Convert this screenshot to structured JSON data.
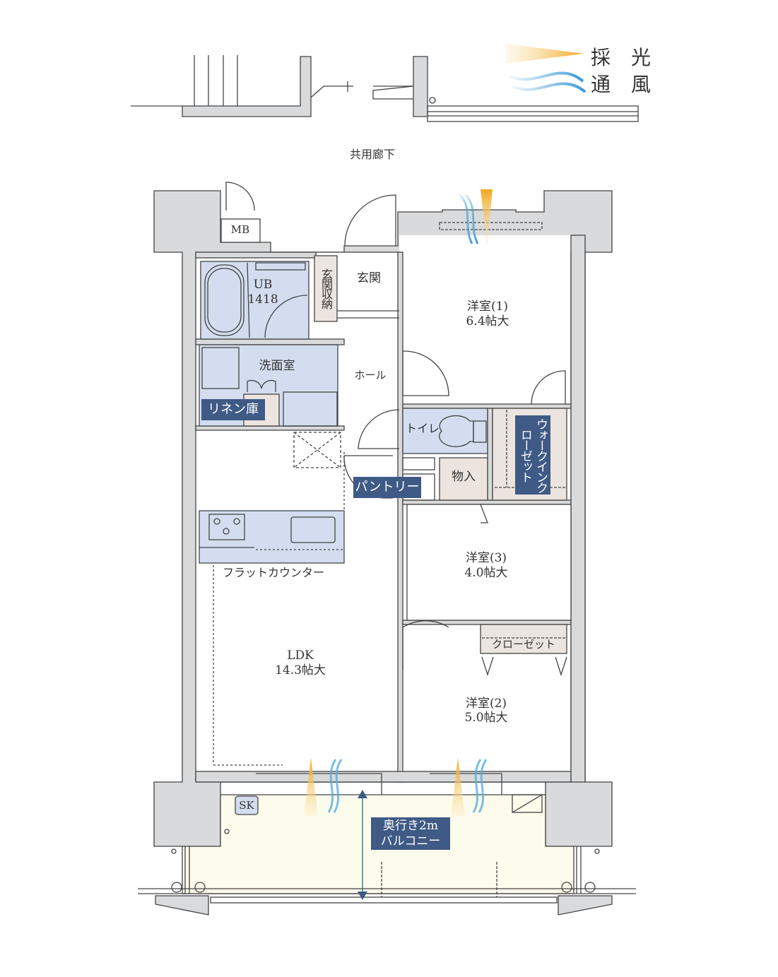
{
  "legend": {
    "light_1": "採",
    "light_2": "光",
    "wind_1": "通",
    "wind_2": "風"
  },
  "corridor": "共用廊下",
  "rooms": {
    "mb": "MB",
    "ub": "UB",
    "ub_size": "1418",
    "entrance_storage": "玄関収納",
    "entrance": "玄関",
    "western1": "洋室(1)",
    "western1_size": "6.4帖大",
    "washroom": "洗面室",
    "linen": "リネン庫",
    "hall": "ホール",
    "toilet": "トイレ",
    "wic": "ウォークインクローゼット",
    "storage": "物入",
    "pantry": "パントリー",
    "counter": "フラットカウンター",
    "western3": "洋室(3)",
    "western3_size": "4.0帖大",
    "closet": "クローゼット",
    "ldk": "LDK",
    "ldk_size": "14.3帖大",
    "western2": "洋室(2)",
    "western2_size": "5.0帖大",
    "sk": "SK",
    "balcony_depth": "奥行き2m",
    "balcony": "バルコニー"
  },
  "colors": {
    "wall": "#d9dadb",
    "wet": "#d3ddef",
    "storage": "#ece4de",
    "label": "#3f5a85",
    "balcony": "#fdfbec",
    "light": "#f0b030",
    "wind": "#5aaee0"
  }
}
